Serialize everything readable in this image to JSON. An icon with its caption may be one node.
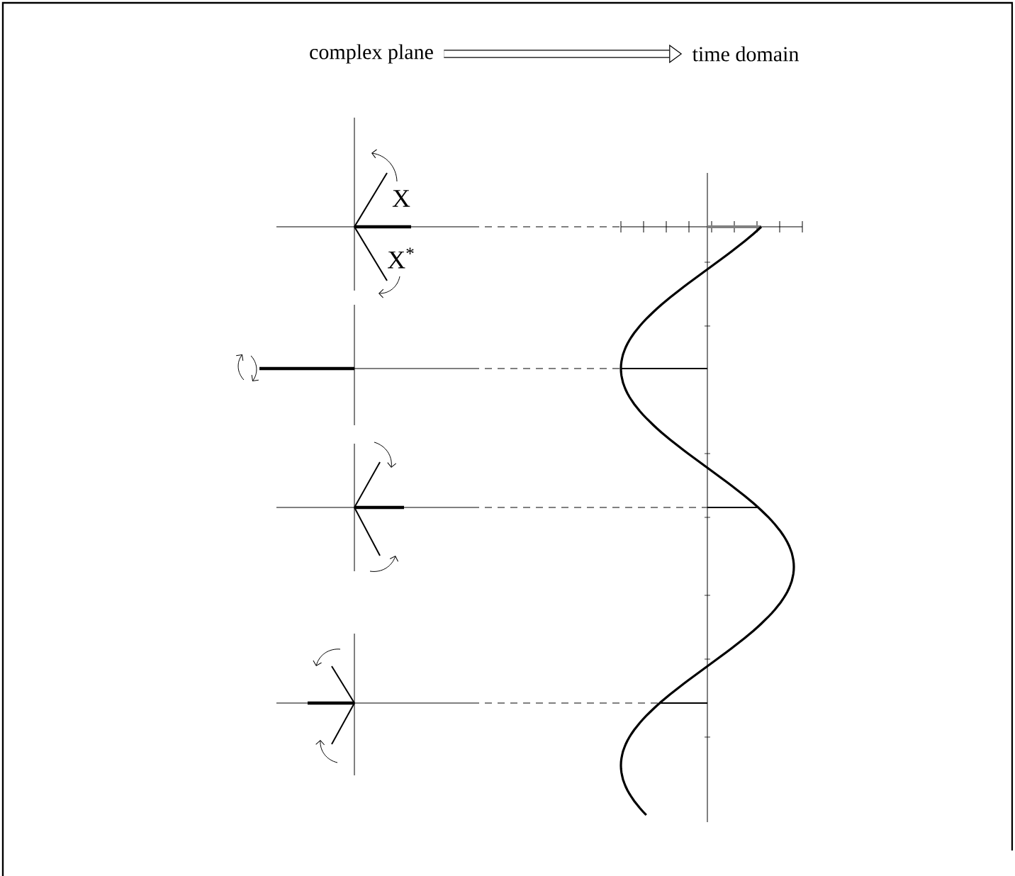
{
  "diagram": {
    "nodes": [
      {
        "text": [
          "complex plane"
        ]
      },
      {
        "text": [
          "time domain"
        ]
      }
    ],
    "edges": [
      {
        "from": 0,
        "to": 1,
        "arrow": "to"
      }
    ],
    "labels": [
      "X",
      "X$^{*}$"
    ]
  }
}
